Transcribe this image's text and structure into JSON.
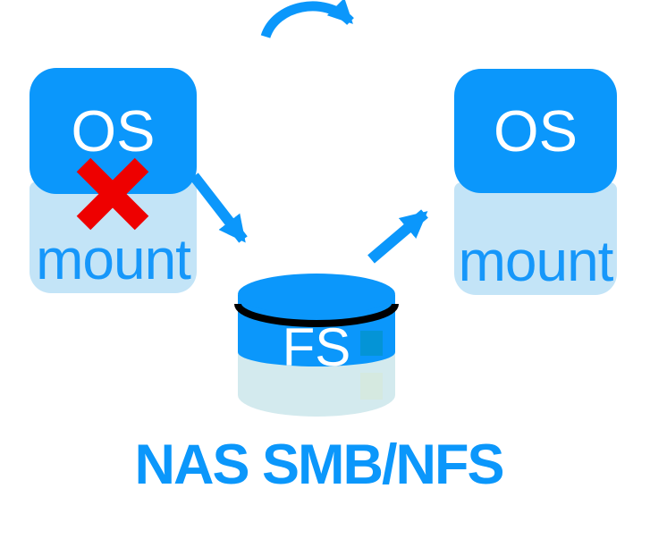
{
  "caption": "NAS SMB/NFS",
  "left_host": {
    "os_label": "OS",
    "mount_label": "mount"
  },
  "right_host": {
    "os_label": "OS",
    "mount_label": "mount"
  },
  "storage": {
    "label": "FS"
  },
  "icons": {
    "top": "restart-arc-arrow",
    "left_to_storage": "arrow-down-right",
    "storage_to_right": "arrow-up-right",
    "left_mount_status": "red-cross"
  },
  "colors": {
    "primary_blue": "#0b97fb",
    "light_blue": "#c3e4f7",
    "cylinder_body": "#d3eaee",
    "cylinder_accent_square": "#0494d6",
    "cylinder_pale_square": "#d5e9e0",
    "cross_red": "#ee0000",
    "outline_black": "#000000",
    "background": "#ffffff"
  }
}
